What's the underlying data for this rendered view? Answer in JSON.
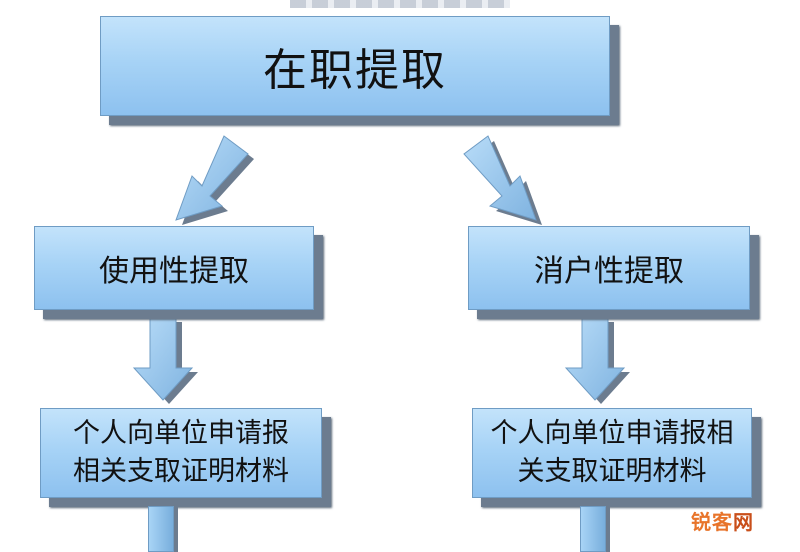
{
  "diagram": {
    "title": "在职提取",
    "branches": [
      {
        "heading": "使用性提取",
        "step": [
          "个人向单位申请报",
          "相关支取证明材料"
        ]
      },
      {
        "heading": "消户性提取",
        "step": [
          "个人向单位申请报相",
          "关支取证明材料"
        ]
      }
    ]
  },
  "colors": {
    "box_fill_top": "#c3e3fb",
    "box_fill_bottom": "#8dc1ef",
    "box_shadow": "#6c7c8f",
    "watermark": "#e8742a"
  },
  "watermark": {
    "part1": "锐客",
    "part2": "网"
  }
}
